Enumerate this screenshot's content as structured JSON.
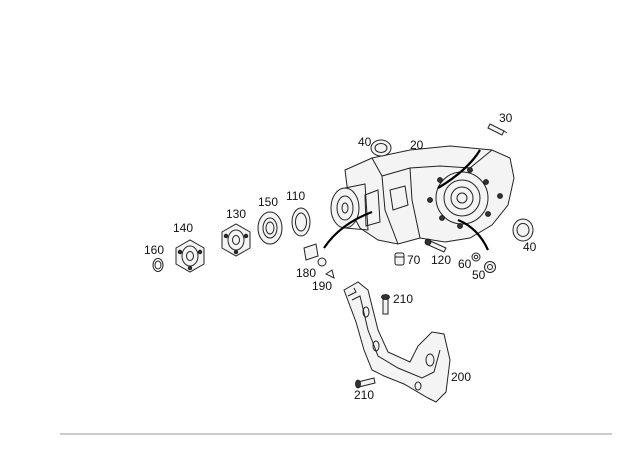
{
  "diagram": {
    "labels": {
      "l30": "30",
      "l40a": "40",
      "l20": "20",
      "l110": "110",
      "l150": "150",
      "l130": "130",
      "l140": "140",
      "l160": "160",
      "l40b": "40",
      "l70": "70",
      "l120": "120",
      "l60": "60",
      "l50": "50",
      "l180": "180",
      "l190": "190",
      "l210a": "210",
      "l200": "200",
      "l210b": "210"
    }
  }
}
